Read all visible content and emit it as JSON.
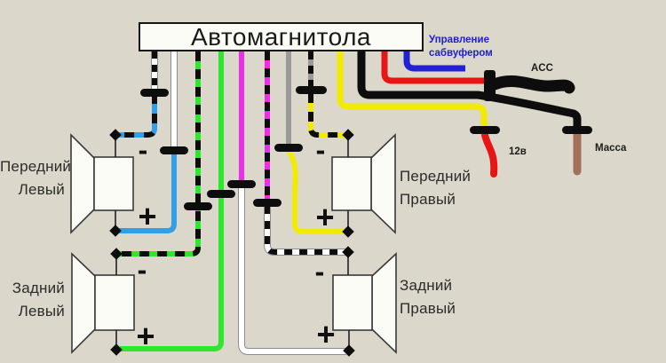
{
  "title": "Автомагнитола",
  "annotations": {
    "subwoofer_line1": "Управление",
    "subwoofer_line2": "сабвуфером",
    "acc": "ACC",
    "twelve_volt": "12в",
    "ground": "Масса"
  },
  "speakers": {
    "front_left": {
      "line1": "Передний",
      "line2": "Левый"
    },
    "front_right": {
      "line1": "Передний",
      "line2": "Правый"
    },
    "rear_left": {
      "line1": "Задний",
      "line2": "Левый"
    },
    "rear_right": {
      "line1": "Задний",
      "line2": "Правый"
    }
  },
  "polarity": {
    "plus": "+",
    "minus": "-"
  },
  "colors": {
    "background": "#dbd7ca",
    "black": "#0d0d0d",
    "white_wire": "#ffffff",
    "blue": "#2e9fe8",
    "deep_blue": "#2121d6",
    "green": "#2ee62e",
    "magenta": "#ee2ee6",
    "yellow": "#f2ea00",
    "gray": "#9a9a9a",
    "red": "#e81515",
    "brown": "#a3715a"
  }
}
